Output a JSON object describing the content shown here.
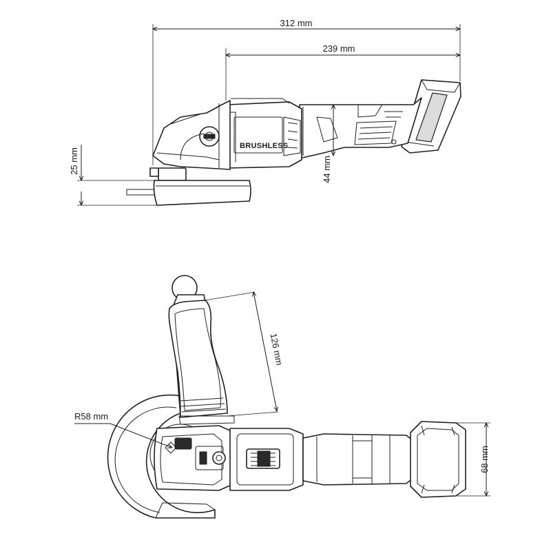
{
  "dimensions": {
    "overall_length": "312 mm",
    "body_length": "239 mm",
    "spindle_height": "25 mm",
    "body_height": "44 mm",
    "handle_length": "126 mm",
    "guard_radius": "R58 mm",
    "battery_width": "68 mm"
  },
  "markings": {
    "side_badge": "BRUSHLESS"
  }
}
